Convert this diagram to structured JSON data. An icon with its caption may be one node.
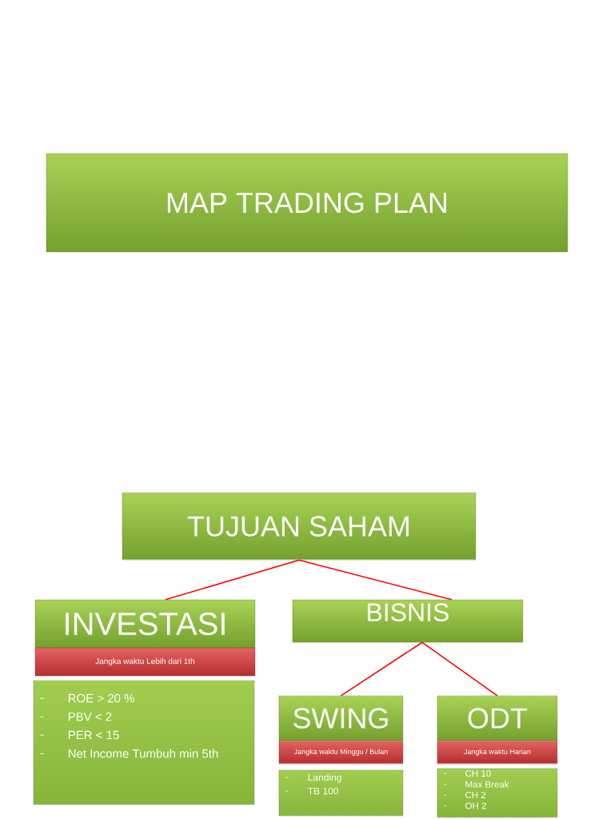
{
  "diagram": {
    "nodes": [
      {
        "text": [
          "MAP TRADING PLAN"
        ]
      },
      {
        "text": [
          "TUJUAN SAHAM"
        ]
      },
      {
        "text": [
          "INVESTASI"
        ]
      },
      {
        "text": [
          "Jangka waktu Lebih dari 1th"
        ]
      },
      {
        "text": [
          "ROE > 20 %",
          "PBV < 2",
          "PER < 15",
          "Net Income Tumbuh min 5th"
        ]
      },
      {
        "text": [
          "BISNIS"
        ]
      },
      {
        "text": [
          "SWING"
        ]
      },
      {
        "text": [
          "Jangka waktu Minggu / Bulan"
        ]
      },
      {
        "text": [
          "Landing",
          "TB 100"
        ]
      },
      {
        "text": [
          "ODT"
        ]
      },
      {
        "text": [
          "Jangka waktu Harian"
        ]
      },
      {
        "text": [
          "CH 10",
          "Max Break",
          "CH 2",
          "OH 2"
        ]
      }
    ],
    "edges": [
      {
        "from": 1,
        "to": 2,
        "arrow": "none"
      },
      {
        "from": 1,
        "to": 5,
        "arrow": "none"
      },
      {
        "from": 5,
        "to": 6,
        "arrow": "none"
      },
      {
        "from": 5,
        "to": 9,
        "arrow": "none"
      }
    ]
  }
}
